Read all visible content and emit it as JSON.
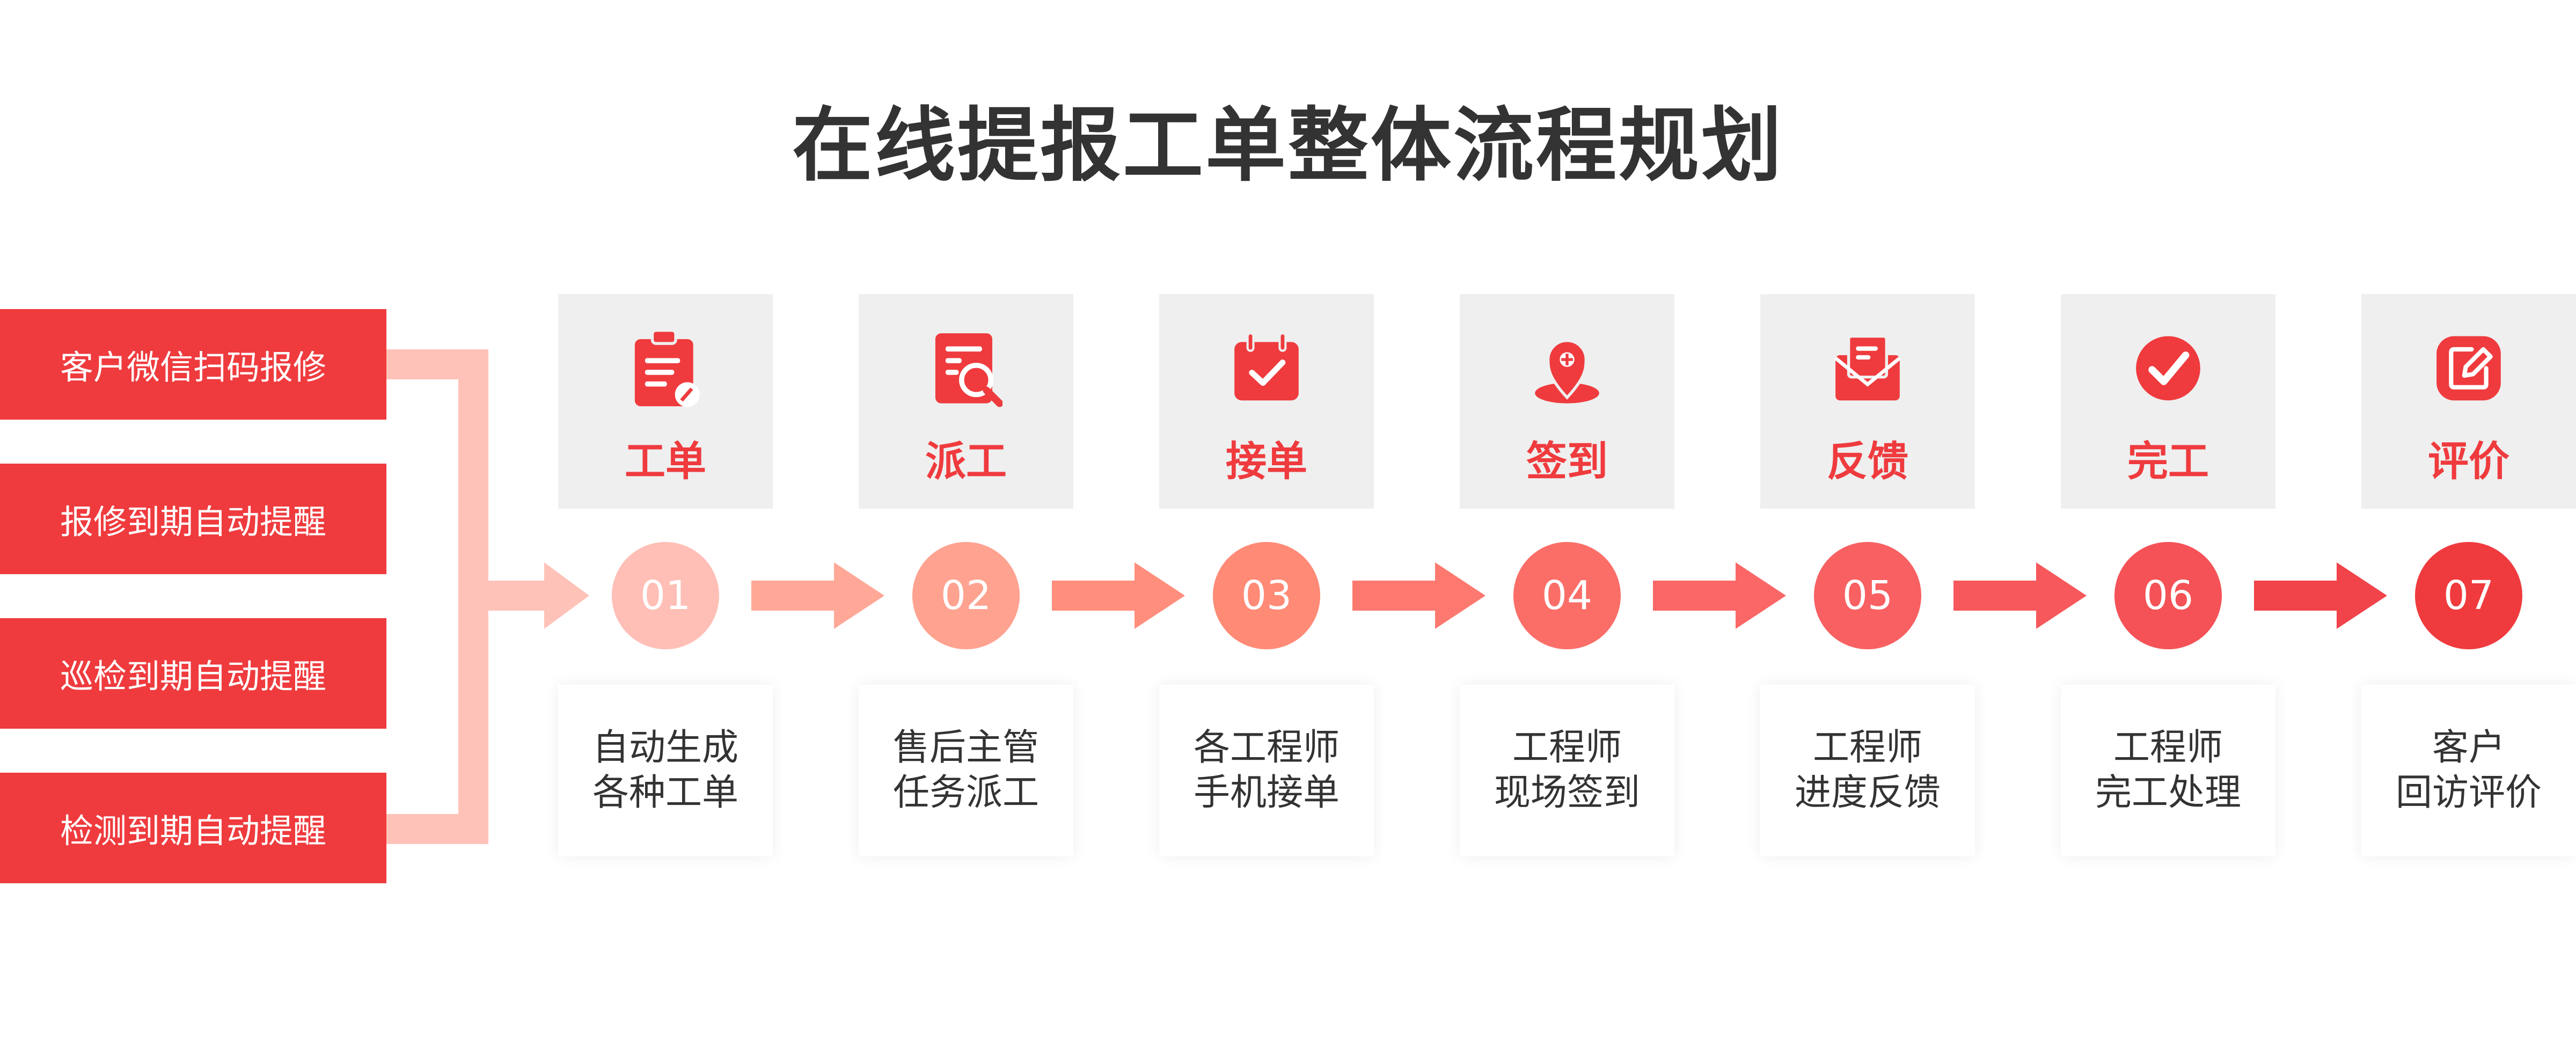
{
  "title": "在线提报工单整体流程规划",
  "colors": {
    "accent": "#ef3b3e",
    "connector": "#ffc2b8",
    "card": "#efefef",
    "text": "#333333"
  },
  "sources": [
    "客户微信扫码报修",
    "报修到期自动提醒",
    "巡检到期自动提醒",
    "检测到期自动提醒"
  ],
  "stages": [
    {
      "label": "工单",
      "icon": "clipboard-icon",
      "number": "01",
      "desc1": "自动生成",
      "desc2": "各种工单",
      "color": "#ffbfb6"
    },
    {
      "label": "派工",
      "icon": "document-search-icon",
      "number": "02",
      "desc1": "售后主管",
      "desc2": "任务派工",
      "color": "#ffa290"
    },
    {
      "label": "接单",
      "icon": "calendar-check-icon",
      "number": "03",
      "desc1": "各工程师",
      "desc2": "手机接单",
      "color": "#ff8a76"
    },
    {
      "label": "签到",
      "icon": "location-pin-icon",
      "number": "04",
      "desc1": "工程师",
      "desc2": "现场签到",
      "color": "#fb6e68"
    },
    {
      "label": "反馈",
      "icon": "mail-icon",
      "number": "05",
      "desc1": "工程师",
      "desc2": "进度反馈",
      "color": "#f86062"
    },
    {
      "label": "完工",
      "icon": "check-circle-icon",
      "number": "06",
      "desc1": "工程师",
      "desc2": "完工处理",
      "color": "#f45257"
    },
    {
      "label": "评价",
      "icon": "edit-icon",
      "number": "07",
      "desc1": "客户",
      "desc2": "回访评价",
      "color": "#ef3b3e"
    }
  ]
}
